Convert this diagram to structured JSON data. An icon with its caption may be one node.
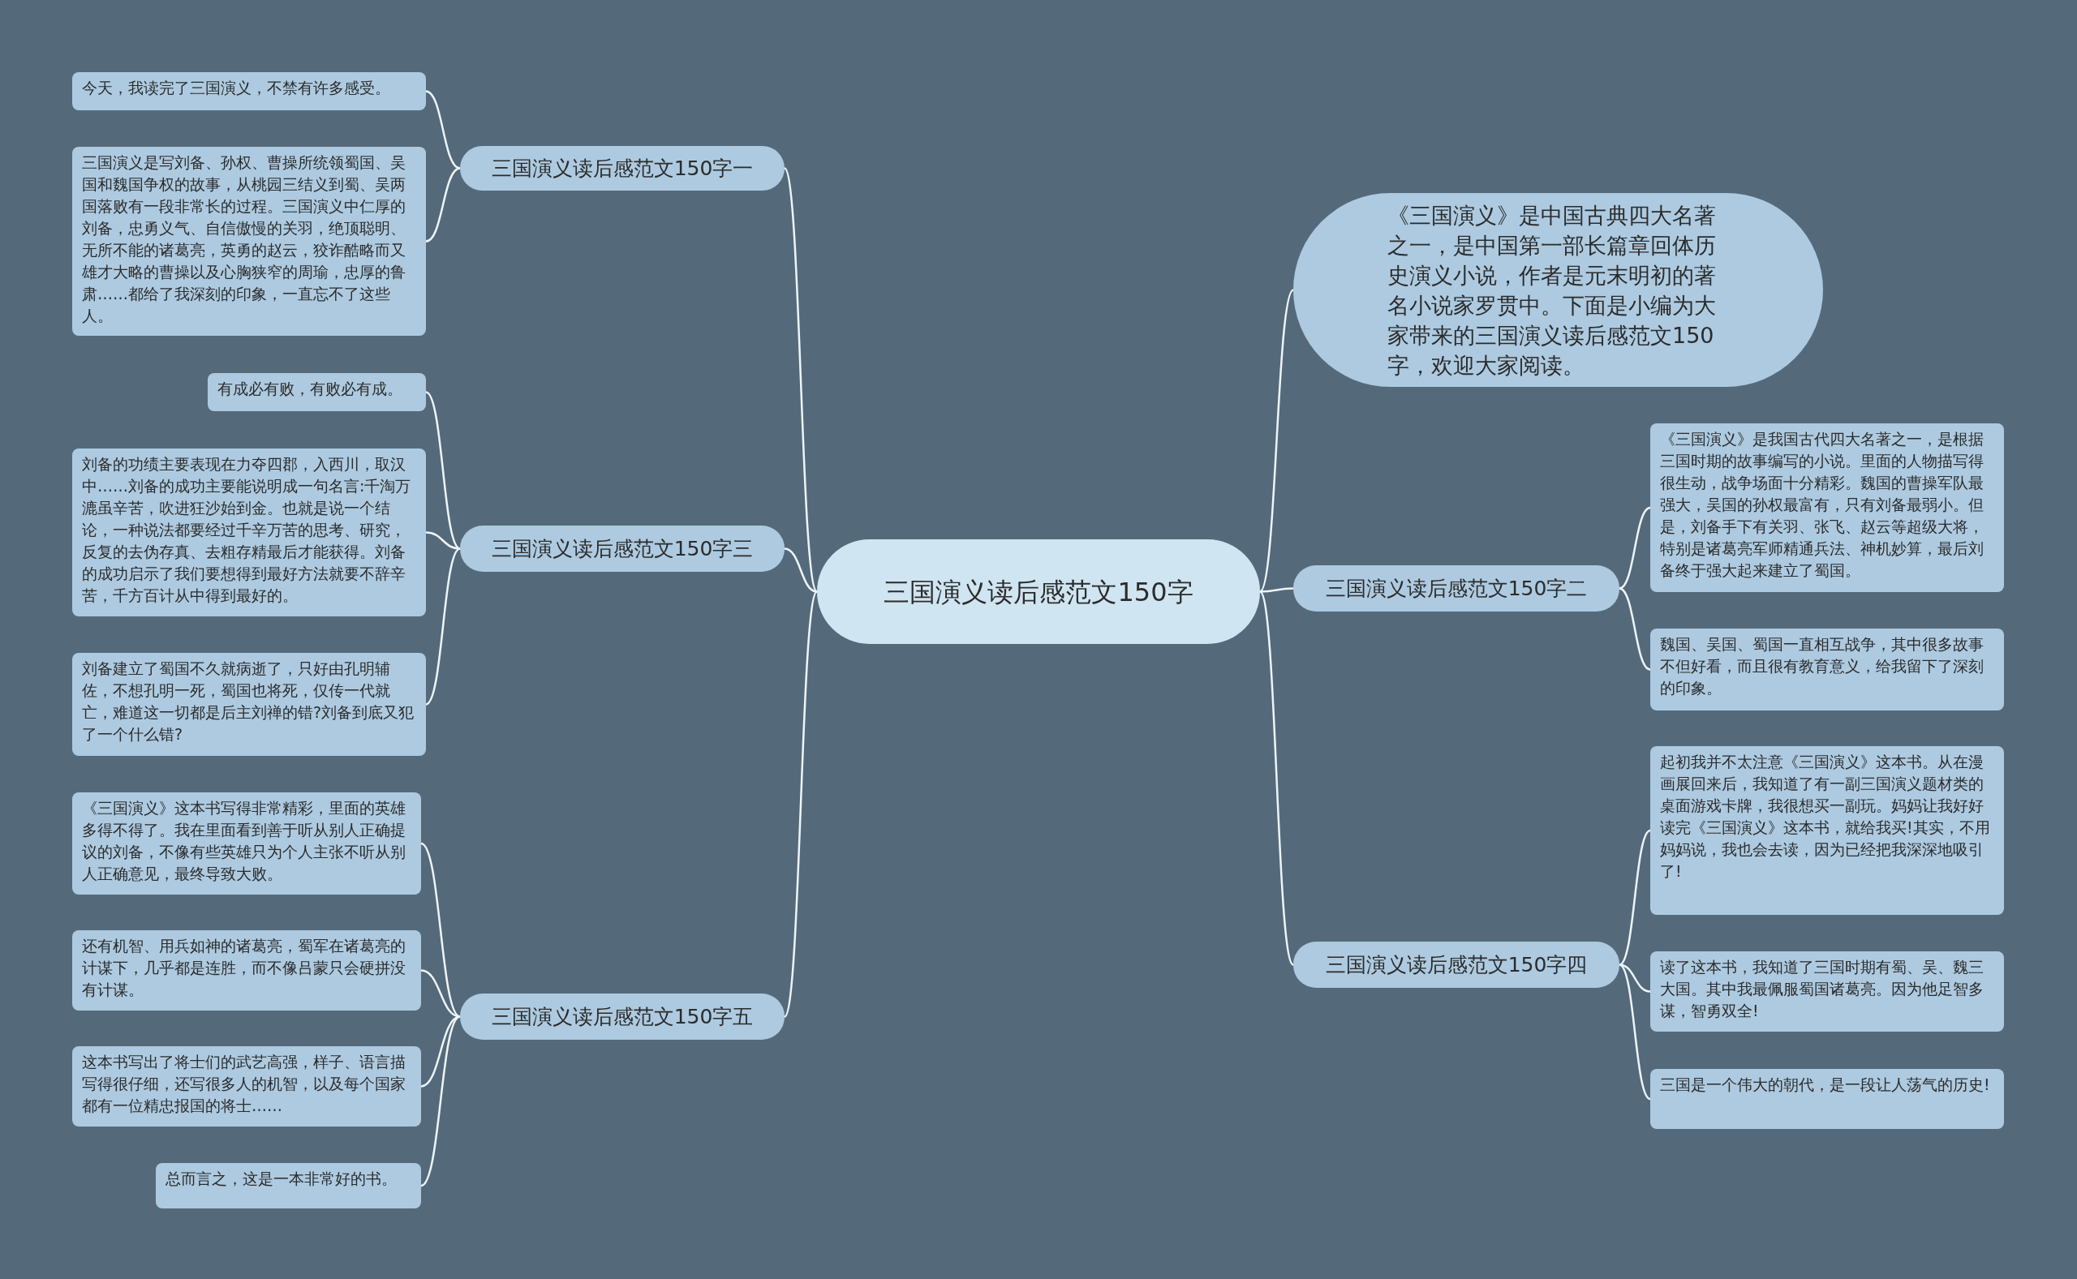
{
  "diagram": {
    "nodes": [
      {
        "text": [
          "三国演义读后感范文150字"
        ]
      },
      {
        "text": [
          "《三国演义》是中国古典四大名著之一，是中国第一部长篇章回体历史演义小说，作者是元末明初的著名小说家罗贯中。下面是小编为大家带来的三国演义读后感范文150字，欢迎大家阅读。"
        ]
      },
      {
        "text": [
          "三国演义读后感范文150字一"
        ]
      },
      {
        "text": [
          "今天，我读完了三国演义，不禁有许多感受。"
        ]
      },
      {
        "text": [
          "三国演义是写刘备、孙权、曹操所统领蜀国、吴国和魏国争权的故事，从桃园三结义到蜀、吴两国落败有一段非常长的过程。三国演义中仁厚的刘备，忠勇义气、自信傲慢的关羽，绝顶聪明、无所不能的诸葛亮，英勇的赵云，狡诈酷略而又雄才大略的曹操以及心胸狭窄的周瑜，忠厚的鲁肃……都给了我深刻的印象，一直忘不了这些人。"
        ]
      },
      {
        "text": [
          "三国演义读后感范文150字三"
        ]
      },
      {
        "text": [
          "有成必有败，有败必有成。"
        ]
      },
      {
        "text": [
          "刘备的功绩主要表现在力夺四郡，入西川，取汉中……刘备的成功主要能说明成一句名言:千淘万漉虽辛苦，吹进狂沙始到金。也就是说一个结论，一种说法都要经过千辛万苦的思考、研究，反复的去伪存真、去粗存精最后才能获得。刘备的成功启示了我们要想得到最好方法就要不辞辛苦，千方百计从中得到最好的。"
        ]
      },
      {
        "text": [
          "刘备建立了蜀国不久就病逝了，只好由孔明辅佐，不想孔明一死，蜀国也将死，仅传一代就亡，难道这一切都是后主刘禅的错?刘备到底又犯了一个什么错?"
        ]
      },
      {
        "text": [
          "三国演义读后感范文150字五"
        ]
      },
      {
        "text": [
          "《三国演义》这本书写得非常精彩，里面的英雄多得不得了。我在里面看到善于听从别人正确提议的刘备，不像有些英雄只为个人主张不听从别人正确意见，最终导致大败。"
        ]
      },
      {
        "text": [
          "还有机智、用兵如神的诸葛亮，蜀军在诸葛亮的计谋下，几乎都是连胜，而不像吕蒙只会硬拼没有计谋。"
        ]
      },
      {
        "text": [
          "这本书写出了将士们的武艺高强，样子、语言描写得很仔细，还写很多人的机智，以及每个国家都有一位精忠报国的将士……"
        ]
      },
      {
        "text": [
          "总而言之，这是一本非常好的书。"
        ]
      },
      {
        "text": [
          "三国演义读后感范文150字二"
        ]
      },
      {
        "text": [
          "《三国演义》是我国古代四大名著之一，是根据三国时期的故事编写的小说。里面的人物描写得很生动，战争场面十分精彩。魏国的曹操军队最强大，吴国的孙权最富有，只有刘备最弱小。但是，刘备手下有关羽、张飞、赵云等超级大将，特别是诸葛亮军师精通兵法、神机妙算，最后刘备终于强大起来建立了蜀国。"
        ]
      },
      {
        "text": [
          "魏国、吴国、蜀国一直相互战争，其中很多故事不但好看，而且很有教育意义，给我留下了深刻的印象。"
        ]
      },
      {
        "text": [
          "三国演义读后感范文150字四"
        ]
      },
      {
        "text": [
          "起初我并不太注意《三国演义》这本书。从在漫画展回来后，我知道了有一副三国演义题材类的桌面游戏卡牌，我很想买一副玩。妈妈让我好好读完《三国演义》这本书，就给我买!其实，不用妈妈说，我也会去读，因为已经把我深深地吸引了!"
        ]
      },
      {
        "text": [
          "读了这本书，我知道了三国时期有蜀、吴、魏三大国。其中我最佩服蜀国诸葛亮。因为他足智多谋，智勇双全!"
        ]
      },
      {
        "text": [
          "三国是一个伟大的朝代，是一段让人荡气的历史!"
        ]
      }
    ],
    "edges": [
      {
        "from": 0,
        "to": 1,
        "arrow": "none"
      },
      {
        "from": 0,
        "to": 2,
        "arrow": "none"
      },
      {
        "from": 2,
        "to": 3,
        "arrow": "none"
      },
      {
        "from": 2,
        "to": 4,
        "arrow": "none"
      },
      {
        "from": 0,
        "to": 5,
        "arrow": "none"
      },
      {
        "from": 5,
        "to": 6,
        "arrow": "none"
      },
      {
        "from": 5,
        "to": 7,
        "arrow": "none"
      },
      {
        "from": 5,
        "to": 8,
        "arrow": "none"
      },
      {
        "from": 0,
        "to": 9,
        "arrow": "none"
      },
      {
        "from": 9,
        "to": 10,
        "arrow": "none"
      },
      {
        "from": 9,
        "to": 11,
        "arrow": "none"
      },
      {
        "from": 9,
        "to": 12,
        "arrow": "none"
      },
      {
        "from": 9,
        "to": 13,
        "arrow": "none"
      },
      {
        "from": 0,
        "to": 14,
        "arrow": "none"
      },
      {
        "from": 14,
        "to": 15,
        "arrow": "none"
      },
      {
        "from": 14,
        "to": 16,
        "arrow": "none"
      },
      {
        "from": 0,
        "to": 17,
        "arrow": "none"
      },
      {
        "from": 17,
        "to": 18,
        "arrow": "none"
      },
      {
        "from": 17,
        "to": 19,
        "arrow": "none"
      },
      {
        "from": 17,
        "to": 20,
        "arrow": "none"
      }
    ]
  }
}
